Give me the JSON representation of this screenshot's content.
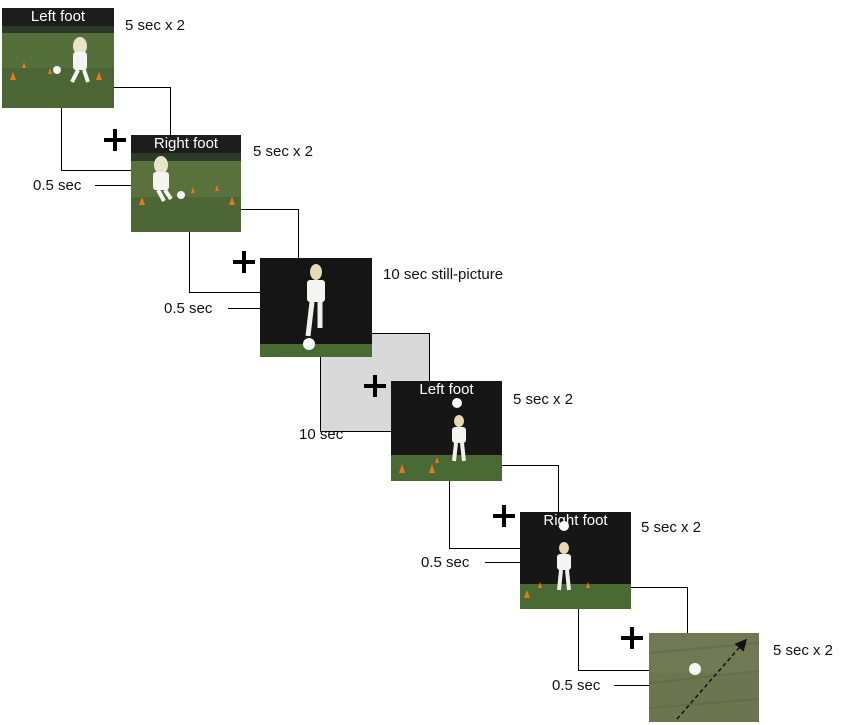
{
  "trials": [
    {
      "label": "Left foot",
      "duration": "5 sec x 2"
    },
    {
      "label": "Right foot",
      "duration": "5 sec x 2"
    },
    {
      "label": "",
      "duration": "10 sec still-picture"
    },
    {
      "label": "Left foot",
      "duration": "5 sec x 2"
    },
    {
      "label": "Right foot",
      "duration": "5 sec x 2"
    },
    {
      "label": "",
      "duration": "5 sec x 2"
    }
  ],
  "fixations": [
    {
      "duration": "0.5 sec"
    },
    {
      "duration": "0.5 sec"
    },
    {
      "duration": "10 sec"
    },
    {
      "duration": "0.5 sec"
    },
    {
      "duration": "0.5 sec"
    }
  ],
  "icons": {
    "fixation": "fixation-cross-icon",
    "arrow": "dashed-arrow-icon",
    "ball": "soccer-ball-icon"
  },
  "colors": {
    "grass": "#4f6b3a",
    "dark_backdrop": "#151515",
    "cone": "#e8771e",
    "gray_fixation": "#d9d9d9"
  }
}
